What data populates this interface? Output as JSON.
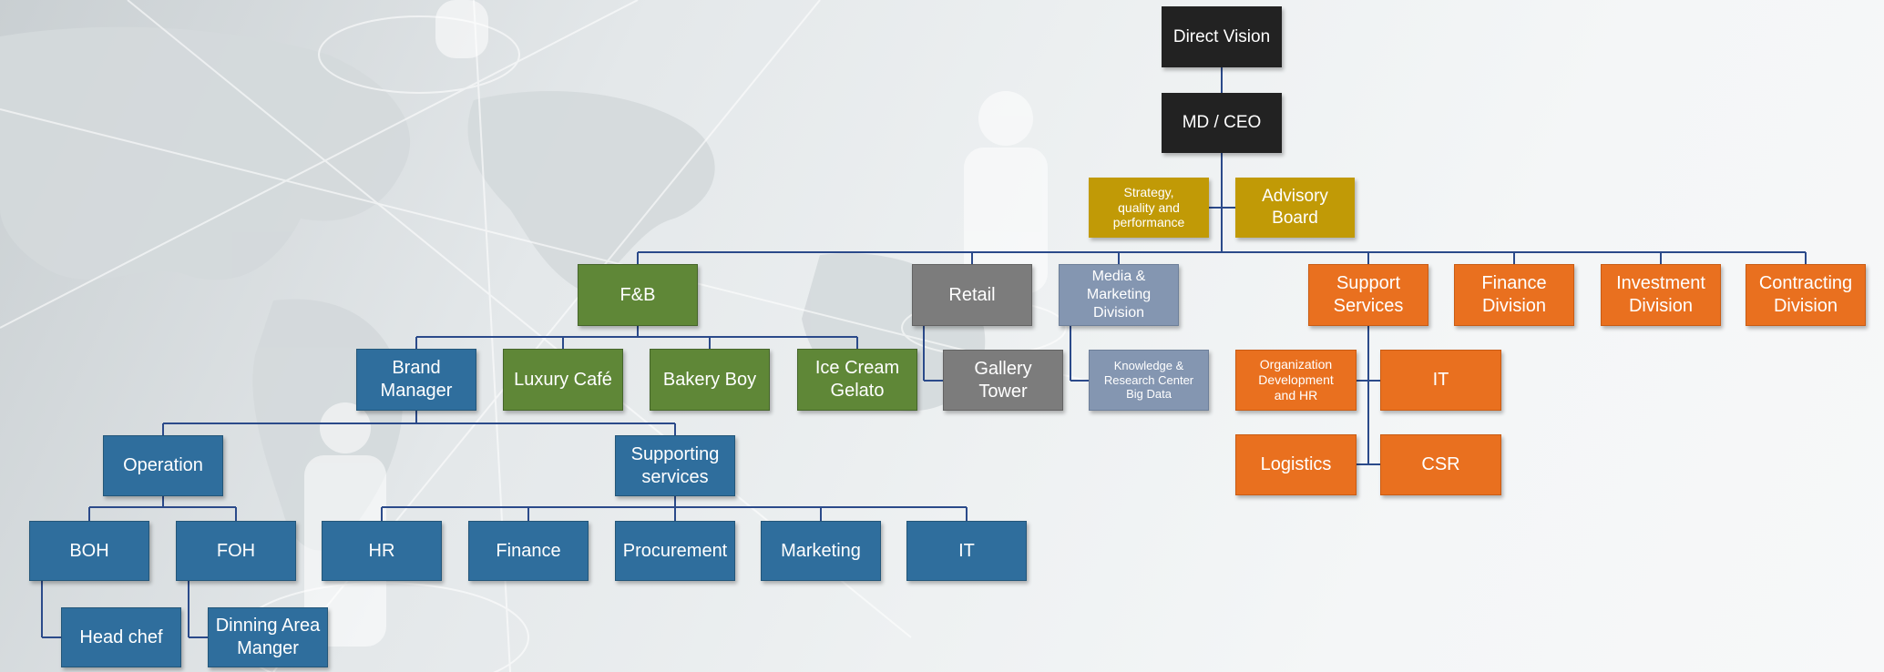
{
  "nodes": {
    "direct_vision": "Direct Vision",
    "md_ceo": "MD / CEO",
    "strategy": "Strategy,\nquality and\nperformance",
    "advisory": "Advisory\nBoard",
    "fnb": "F&B",
    "retail": "Retail",
    "media": "Media &\nMarketing\nDivision",
    "support_services": "Support\nServices",
    "finance_division": "Finance\nDivision",
    "investment_division": "Investment\nDivision",
    "contracting_division": "Contracting\nDivision",
    "brand_manager": "Brand\nManager",
    "luxury_cafe": "Luxury Café",
    "bakery_boy": "Bakery Boy",
    "ice_cream": "Ice Cream\nGelato",
    "gallery_tower": "Gallery\nTower",
    "knowledge": "Knowledge  &\nResearch Center\nBig Data",
    "org_dev": "Organization\nDevelopment\nand HR",
    "it_support": "IT",
    "logistics": "Logistics",
    "csr": "CSR",
    "operation": "Operation",
    "supporting_services": "Supporting\nservices",
    "boh": "BOH",
    "foh": "FOH",
    "hr": "HR",
    "finance": "Finance",
    "procurement": "Procurement",
    "marketing": "Marketing",
    "it_brand": "IT",
    "head_chef": "Head chef",
    "dinning": "Dinning Area\nManger"
  },
  "colors": {
    "executive": "#222222",
    "advisory": "#c19a06",
    "fnb": "#5f8737",
    "retail": "#7c7c7c",
    "media": "#8496b1",
    "support": "#e9701f",
    "brand": "#2f6e9d",
    "connector": "#2b4a8a"
  }
}
